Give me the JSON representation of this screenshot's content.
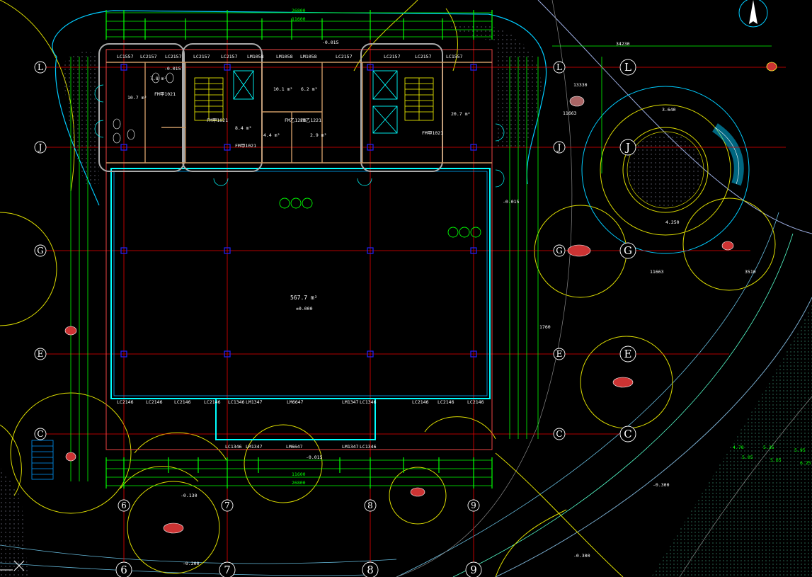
{
  "plan": {
    "axes_left": [
      "L",
      "J",
      "G",
      "E",
      "C"
    ],
    "axes_bottom": [
      "6",
      "7",
      "8",
      "9"
    ],
    "axes_right": [
      "L",
      "J",
      "G",
      "E",
      "C"
    ],
    "main_area": "567.7 m²",
    "main_elevation": "±0.000",
    "top_overall": "26800",
    "top_sub": "11600",
    "bottom_overall": "26800",
    "bottom_sub": "11600",
    "elevations": {
      "top_mid": "-0.015",
      "left_toilet": "-0.015",
      "right_side": "-0.015",
      "bottom_mid": "-0.015",
      "bottom_left": "-0.130",
      "bottom_left2": "-0.200",
      "ground_right": "-0.300",
      "ground_right2": "-0.300"
    },
    "room_areas": [
      {
        "label": "7.8 m²"
      },
      {
        "label": "10.7 m²"
      },
      {
        "label": "10.1 m²"
      },
      {
        "label": "6.2 m²"
      },
      {
        "label": "8.4 m²"
      },
      {
        "label": "4.4 m²"
      },
      {
        "label": "2.9 m²"
      },
      {
        "label": "20.7 m²"
      }
    ],
    "window_tags_top": [
      "LC1557",
      "LC2157",
      "LC2157",
      "LC2157",
      "LC2157",
      "LM1058",
      "LM1058",
      "LM1058",
      "LC2157",
      "LC2157",
      "LC2157",
      "LC1557"
    ],
    "window_tags_bottom": [
      "LC2146",
      "LC2146",
      "LC2146",
      "LC2146",
      "LC1346",
      "LM1347",
      "LM6647",
      "LM1347",
      "LC1346",
      "LC2146",
      "LC2146",
      "LC2146"
    ],
    "window_tags_entry": [
      "LC1346",
      "LM1347",
      "LM6647",
      "LM1347",
      "LC1346"
    ],
    "door_tags": [
      "FM甲1021",
      "FM甲1021",
      "FM甲1021",
      "FM乙1221",
      "FM乙1221",
      "FM甲1021"
    ],
    "right_dims": [
      "34230",
      "13330",
      "11663",
      "11663",
      "3510",
      "1760"
    ],
    "terrain_values": [
      "4.78",
      "5.05",
      "5.35",
      "5.65",
      "5.95",
      "6.25"
    ],
    "circle_labels": [
      "3.640",
      "4.250"
    ]
  }
}
